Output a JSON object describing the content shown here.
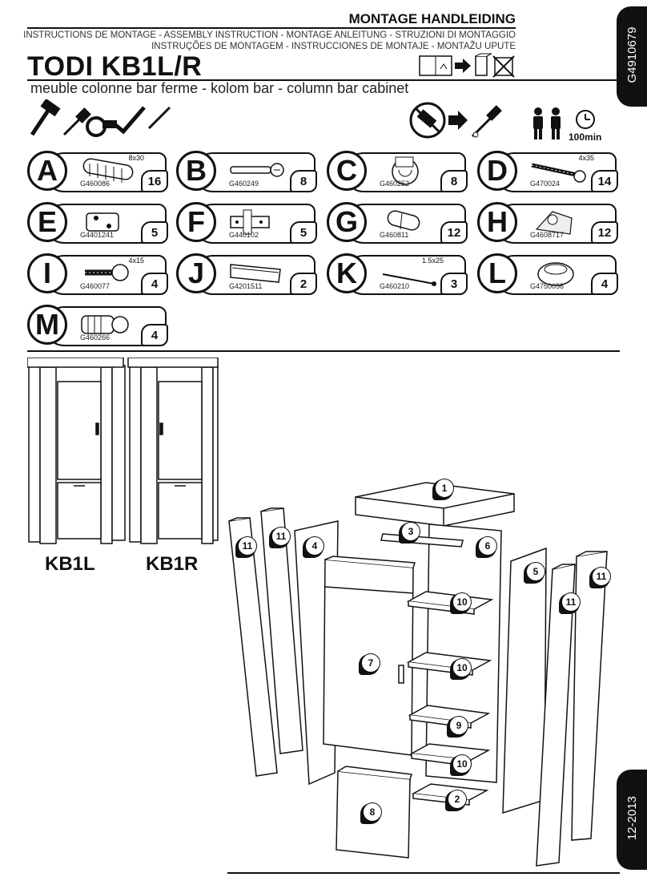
{
  "header": {
    "title": "MONTAGE HANDLEIDING",
    "subtitle_line1": "INSTRUCTIONS DE MONTAGE - ASSEMBLY INSTRUCTION - MONTAGE ANLEITUNG - STRUZIONI DI MONTAGGIO",
    "subtitle_line2": "INSTRUÇÕES DE MONTAGEM - INSTRUCCIONES DE MONTAJE - MONTAŽU UPUTE",
    "product": "TODI KB1L/R",
    "description": "meuble colonne bar ferme - kolom bar - column bar cabinet"
  },
  "side": {
    "doc_code": "G4910679",
    "date": "12-2013"
  },
  "time": "100min",
  "parts": [
    {
      "letter": "A",
      "code": "G460086",
      "qty": "16",
      "dim": "8x30",
      "icon": "wooden-dowel-icon"
    },
    {
      "letter": "B",
      "code": "G460249",
      "qty": "8",
      "dim": "",
      "icon": "cam-bolt-icon"
    },
    {
      "letter": "C",
      "code": "G460252",
      "qty": "8",
      "dim": "",
      "icon": "cam-lock-icon"
    },
    {
      "letter": "D",
      "code": "G470024",
      "qty": "14",
      "dim": "4x35",
      "icon": "wood-screw-icon"
    },
    {
      "letter": "E",
      "code": "G4401241",
      "qty": "5",
      "dim": "",
      "icon": "hinge-icon"
    },
    {
      "letter": "F",
      "code": "G440102",
      "qty": "5",
      "dim": "",
      "icon": "hinge-plate-icon"
    },
    {
      "letter": "G",
      "code": "G460811",
      "qty": "12",
      "dim": "",
      "icon": "shelf-support-icon"
    },
    {
      "letter": "H",
      "code": "G4608717",
      "qty": "12",
      "dim": "",
      "icon": "corner-bracket-icon"
    },
    {
      "letter": "I",
      "code": "G460077",
      "qty": "4",
      "dim": "4x15",
      "icon": "short-screw-icon"
    },
    {
      "letter": "J",
      "code": "G4201511",
      "qty": "2",
      "dim": "",
      "icon": "handle-icon"
    },
    {
      "letter": "K",
      "code": "G460210",
      "qty": "3",
      "dim": "1.5x25",
      "icon": "nail-icon"
    },
    {
      "letter": "L",
      "code": "G4750056",
      "qty": "4",
      "dim": "",
      "icon": "connector-icon"
    },
    {
      "letter": "M",
      "code": "G460266",
      "qty": "4",
      "dim": "",
      "icon": "insert-nut-icon"
    }
  ],
  "variants": [
    "KB1L",
    "KB1R"
  ],
  "exploded_labels": [
    "1",
    "2",
    "3",
    "4",
    "5",
    "6",
    "7",
    "8",
    "9",
    "10",
    "10",
    "10",
    "11",
    "11",
    "11",
    "11"
  ]
}
